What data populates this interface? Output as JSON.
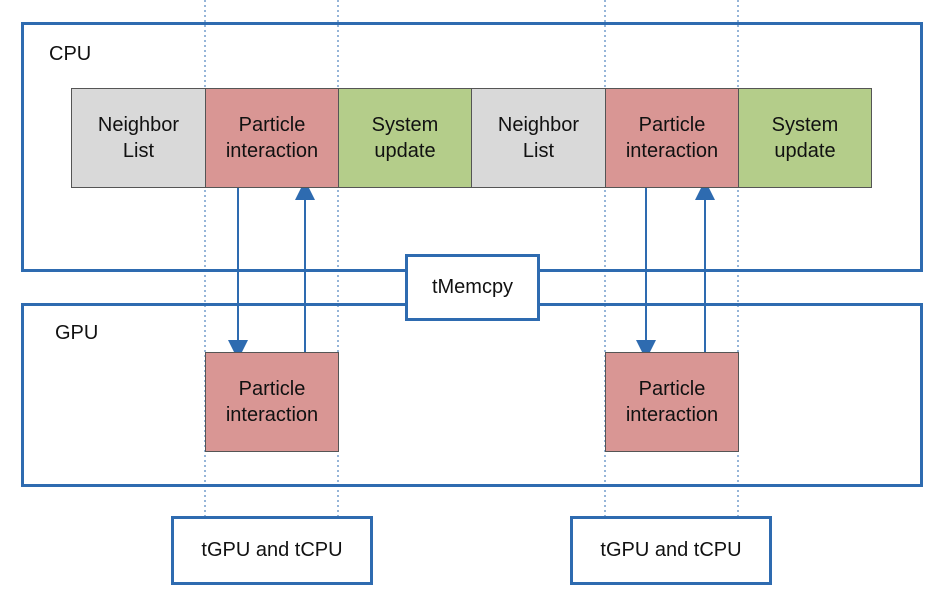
{
  "cpu": {
    "label": "CPU",
    "blocks": [
      {
        "text": "Neighbor\nList",
        "color": "#d9d9d9"
      },
      {
        "text": "Particle\ninteraction",
        "color": "#d99694"
      },
      {
        "text": "System\nupdate",
        "color": "#b4cd8a"
      },
      {
        "text": "Neighbor\nList",
        "color": "#d9d9d9"
      },
      {
        "text": "Particle\ninteraction",
        "color": "#d99694"
      },
      {
        "text": "System\nupdate",
        "color": "#b4cd8a"
      }
    ]
  },
  "gpu": {
    "label": "GPU",
    "blocks": [
      {
        "text": "Particle\ninteraction",
        "color": "#d99694"
      },
      {
        "text": "Particle\ninteraction",
        "color": "#d99694"
      }
    ]
  },
  "transfer_label": "tMemcpy",
  "timing_labels": [
    "tGPU and tCPU",
    "tGPU and tCPU"
  ],
  "colors": {
    "frame": "#2e6bb0",
    "arrow": "#2e6bb0"
  }
}
